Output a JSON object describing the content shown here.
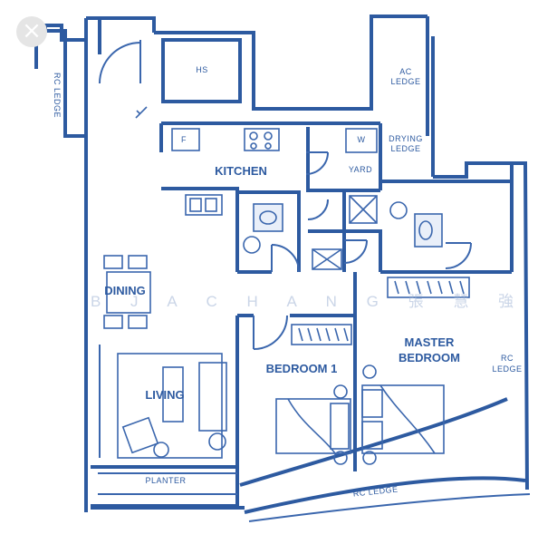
{
  "labels": {
    "kitchen": "KITCHEN",
    "dining": "DINING",
    "living": "LIVING",
    "bedroom1": "BEDROOM 1",
    "master_line1": "MASTER",
    "master_line2": "BEDROOM",
    "hs": "HS",
    "yard": "YARD",
    "ac_line1": "AC",
    "ac_line2": "LEDGE",
    "drying_line1": "DRYING",
    "drying_line2": "LEDGE",
    "rc_ledge_left": "RC LEDGE",
    "rc_line1": "RC",
    "rc_line2": "LEDGE",
    "rc_ledge_bottom": "RC LEDGE",
    "planter": "PLANTER",
    "fridge": "F",
    "washer": "W"
  },
  "watermark": "B  J  A    C H A N G    張  慧  強",
  "close_icon": "×",
  "colors": {
    "line": "#2d5aa0",
    "watermark": "#9fb3d4"
  }
}
